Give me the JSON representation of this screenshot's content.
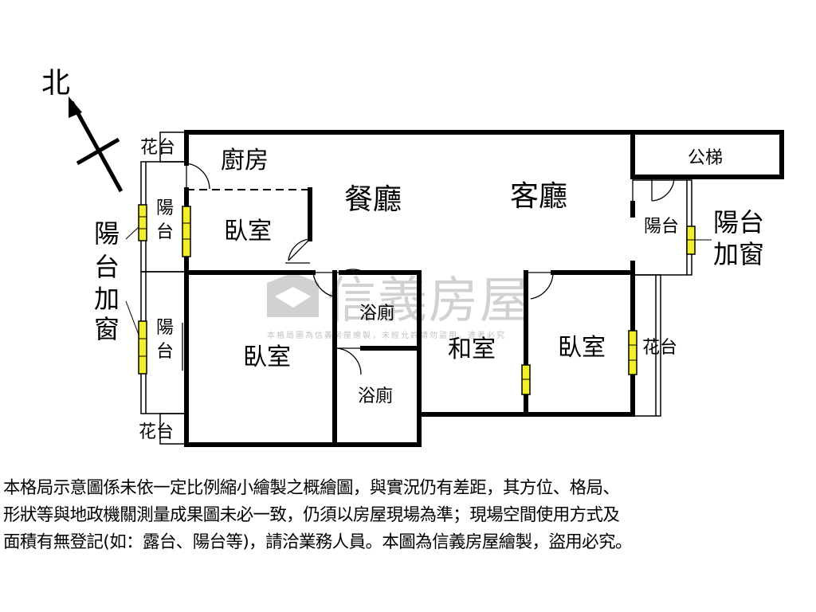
{
  "compass": {
    "north_label": "北"
  },
  "rooms": {
    "kitchen": "廚房",
    "dining": "餐廳",
    "living": "客廳",
    "elevator": "公梯",
    "bedroom_top": "臥室",
    "bedroom_bottom_left": "臥室",
    "bedroom_right": "臥室",
    "japanese_room": "和室",
    "bath_upper": "浴廁",
    "bath_lower": "浴廁",
    "planter_top_left": "花台",
    "planter_bottom_left": "花台",
    "planter_right": "花台",
    "balcony_upper_left": [
      "陽",
      "台"
    ],
    "balcony_lower_left": [
      "陽",
      "台"
    ],
    "balcony_right": "陽台"
  },
  "annotations": {
    "left_enclosure": [
      "陽",
      "台",
      "加",
      "窗"
    ],
    "right_enclosure": [
      "陽台",
      "加窗"
    ]
  },
  "watermark": {
    "brand": "信義房屋",
    "notice": "本格局圖為信義房屋繪製，未經允許請勿盜用，違者必究"
  },
  "disclaimer": [
    "本格局示意圖係未依一定比例縮小繪製之概繪圖，與實況仍有差距，其方位、格局、",
    "形狀等與地政機關測量成果圖未必一致，仍須以房屋現場為準；現場空間使用方式及",
    "面積有無登記(如：露台、陽台等)，請洽業務人員。本圖為信義房屋繪製，盜用必究。"
  ],
  "colors": {
    "wall": "#000000",
    "window_fill": "#f3ee2c",
    "watermark": "#c9c9c9"
  }
}
